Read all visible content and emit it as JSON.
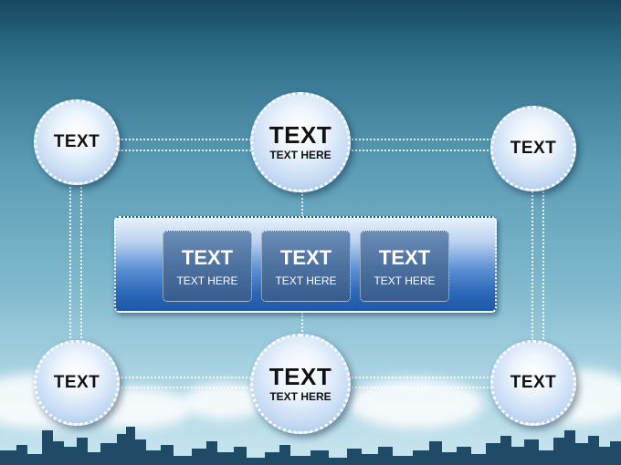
{
  "colors": {
    "sky_top": "#16485f",
    "sky_bottom": "#c9e6ef",
    "panel_blue": "#2d69b9",
    "skyline": "#1f4b66"
  },
  "corner_nodes": [
    {
      "label": "TEXT"
    },
    {
      "label": "TEXT"
    },
    {
      "label": "TEXT"
    },
    {
      "label": "TEXT"
    }
  ],
  "center_nodes": [
    {
      "title": "TEXT",
      "subtitle": "TEXT HERE"
    },
    {
      "title": "TEXT",
      "subtitle": "TEXT HERE"
    }
  ],
  "panel_boxes": [
    {
      "title": "TEXT",
      "subtitle": "TEXT HERE"
    },
    {
      "title": "TEXT",
      "subtitle": "TEXT HERE"
    },
    {
      "title": "TEXT",
      "subtitle": "TEXT HERE"
    }
  ]
}
